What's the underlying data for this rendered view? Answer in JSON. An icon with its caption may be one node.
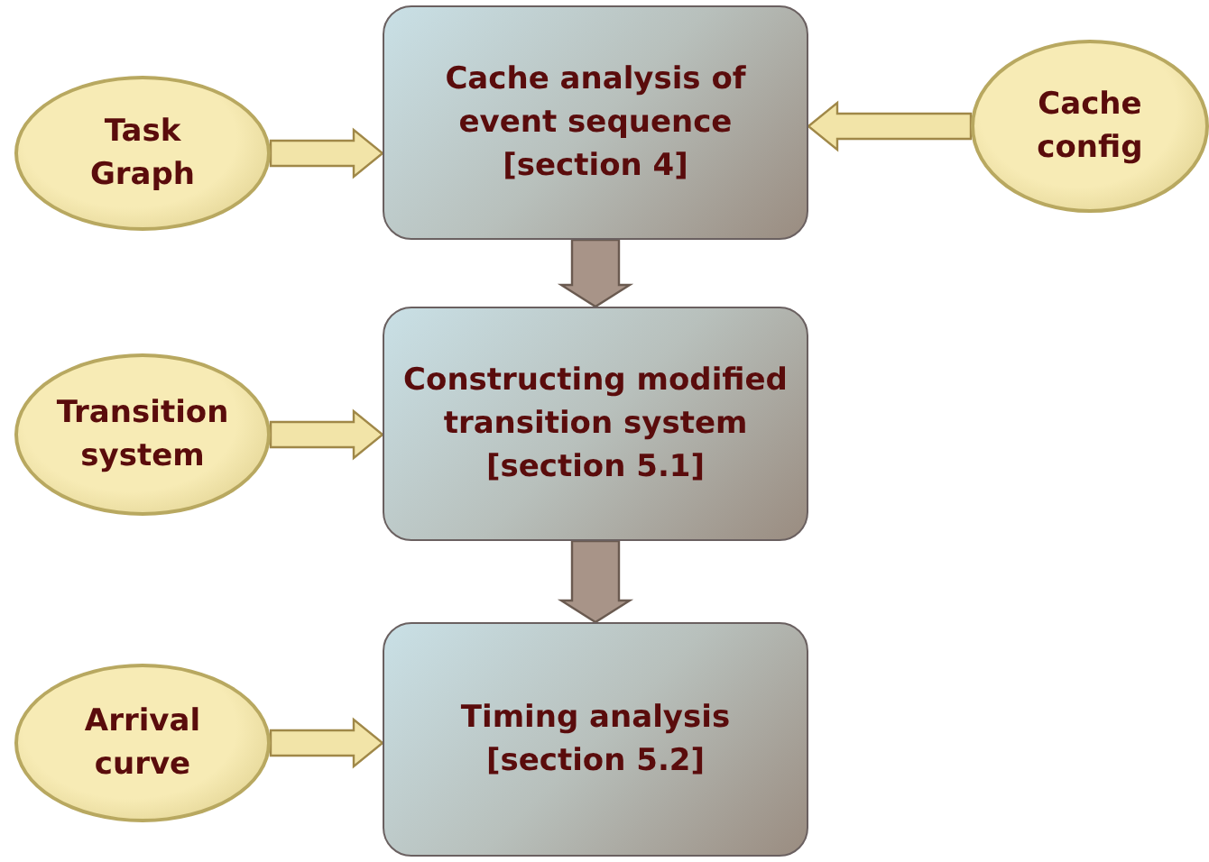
{
  "diagram": {
    "nodes": [
      {
        "text": [
          "Task Graph"
        ]
      },
      {
        "text": [
          "Cache analysis of event sequence",
          "[section 4]"
        ]
      },
      {
        "text": [
          "Cache config"
        ]
      },
      {
        "text": [
          "Transition system"
        ]
      },
      {
        "text": [
          "Constructing modified transition system",
          "[section 5.1]"
        ]
      },
      {
        "text": [
          "Arrival curve"
        ]
      },
      {
        "text": [
          "Timing analysis",
          "[section 5.2]"
        ]
      }
    ],
    "edges": [
      {
        "from": 0,
        "to": 1,
        "arrow": "to"
      },
      {
        "from": 2,
        "to": 1,
        "arrow": "to"
      },
      {
        "from": 1,
        "to": 4,
        "arrow": "to"
      },
      {
        "from": 3,
        "to": 4,
        "arrow": "to"
      },
      {
        "from": 4,
        "to": 6,
        "arrow": "to"
      },
      {
        "from": 5,
        "to": 6,
        "arrow": "to"
      }
    ]
  }
}
